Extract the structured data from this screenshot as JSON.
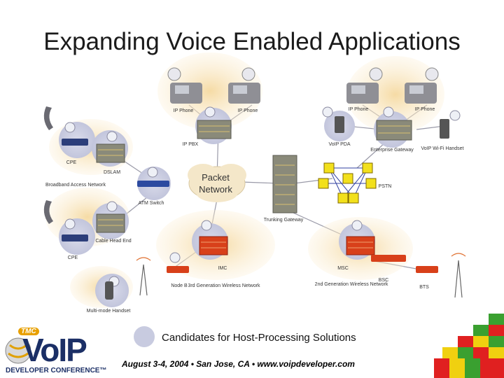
{
  "title": "Expanding Voice Enabled Applications",
  "nodes": {
    "ip_phone_1": "IP Phone",
    "ip_phone_2": "IP Phone",
    "ip_phone_3": "IP Phone",
    "ip_phone_4": "IP Phone",
    "ip_pbx": "IP PBX",
    "voip_pda": "VoIP PDA",
    "enterprise_gateway": "Enterprise Gateway",
    "voip_wifi_handset": "VoIP Wi-Fi Handset",
    "cpe_1": "CPE",
    "dslam": "DSLAM",
    "broadband_access_network": "Broadband Access Network",
    "packet_network_line1": "Packet",
    "packet_network_line2": "Network",
    "pstn": "PSTN",
    "atm_switch": "ATM Switch",
    "trunking_gateway": "Trunking Gateway",
    "cable_head_end": "Cable Head End",
    "cpe_2": "CPE",
    "imc": "IMC",
    "msc": "MSC",
    "node_b": "Node B",
    "third_gen_wireless": "3rd Generation Wireless Network",
    "second_gen_wireless": "2nd Generation Wireless Network",
    "bsc": "BSC",
    "bts": "BTS",
    "multimode_handset": "Multi-mode Handset"
  },
  "legend": {
    "label": "Candidates for Host-Processing Solutions",
    "color": "#c8cbe0"
  },
  "footer": "August 3-4, 2004 • San Jose, CA • www.voipdeveloper.com",
  "logo": {
    "badge": "TMC",
    "name": "VoIP",
    "subtitle": "DEVELOPER CONFERENCE™"
  },
  "colors": {
    "halo": "#f5dcaa",
    "server_gray": "#8a8a7a",
    "server_red": "#d8401a",
    "switch_yellow": "#f2e01c",
    "lego_red": "#e02020",
    "lego_yellow": "#f0d010",
    "lego_green": "#3aa030"
  }
}
